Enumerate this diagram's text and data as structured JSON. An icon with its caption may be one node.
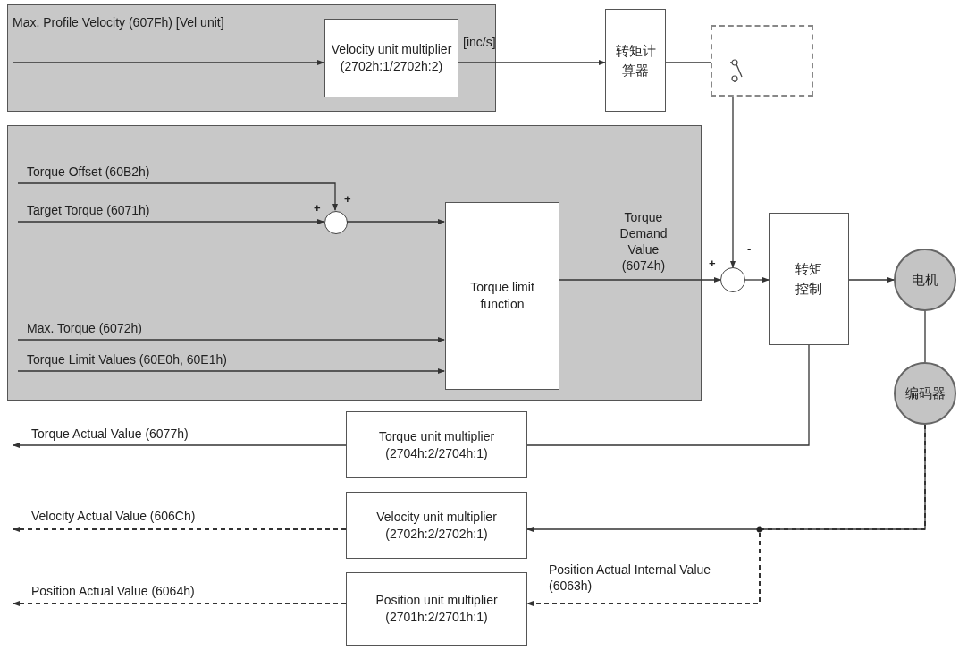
{
  "diagram": {
    "nodes": [
      {
        "text": [],
        "shape": "box"
      },
      {
        "text": [
          "Velocity unit multiplier (2702h:1/2702h:2)"
        ],
        "in": 0
      },
      {
        "text": [
          "转矩计算器"
        ]
      },
      {
        "text": [],
        "shape": "box"
      },
      {
        "text": [],
        "shape": "box"
      },
      {
        "text": [],
        "shape": "circle",
        "in": 4
      },
      {
        "text": [
          "Torque limit function"
        ],
        "in": 4
      },
      {
        "text": [],
        "shape": "circle"
      },
      {
        "text": [
          "转矩控制"
        ]
      },
      {
        "text": [
          "电机"
        ]
      },
      {
        "text": [
          "编码器"
        ]
      },
      {
        "text": [
          "Torque unit multiplier (2704h:2/2704h:1)"
        ]
      },
      {
        "text": [
          "Velocity unit multiplier (2702h:2/2702h:1)"
        ]
      },
      {
        "text": [
          "Position unit multiplier (2701h:2/2701h:1)"
        ]
      }
    ],
    "edges": [
      {
        "from": null,
        "to": 1,
        "arrow": "to",
        "label": "Max. Profile Velocity (607Fh) [Vel unit]"
      },
      {
        "from": 1,
        "to": 2,
        "arrow": "to",
        "label": "[inc/s]"
      },
      {
        "from": 2,
        "to": 3,
        "arrow": "none"
      },
      {
        "from": 3,
        "to": 7,
        "arrow": "to"
      },
      {
        "from": null,
        "to": 5,
        "arrow": "to",
        "label": "Torque Offset (60B2h)"
      },
      {
        "from": null,
        "to": 5,
        "arrow": "to",
        "label": "Target Torque (6071h)"
      },
      {
        "from": 5,
        "to": 6,
        "arrow": "to"
      },
      {
        "from": null,
        "to": 6,
        "arrow": "to",
        "label": "Max. Torque (6072h)"
      },
      {
        "from": null,
        "to": 6,
        "arrow": "to",
        "label": "Torque Limit Values (60E0h, 60E1h)"
      },
      {
        "from": 6,
        "to": 7,
        "arrow": "to",
        "label": "Torque Demand Value (6074h)"
      },
      {
        "from": 7,
        "to": 8,
        "arrow": "to"
      },
      {
        "from": 8,
        "to": 9,
        "arrow": "to"
      },
      {
        "from": 9,
        "to": 10,
        "arrow": "none"
      },
      {
        "from": 8,
        "to": 11,
        "arrow": "none"
      },
      {
        "from": 11,
        "to": null,
        "arrow": "to",
        "label": "Torque Actual Value (6077h)"
      },
      {
        "from": 10,
        "to": 12,
        "arrow": "to"
      },
      {
        "from": 10,
        "to": 13,
        "arrow": "to",
        "style": "dashed",
        "label": "Position Actual Internal Value (6063h)"
      },
      {
        "from": 12,
        "to": null,
        "arrow": "to",
        "style": "dashed",
        "label": "Velocity Actual Value (606Ch)"
      },
      {
        "from": 13,
        "to": null,
        "arrow": "to",
        "style": "dashed",
        "label": "Position Actual Value (6064h)"
      }
    ],
    "labels": [
      "+",
      "+",
      "+",
      "-"
    ]
  }
}
